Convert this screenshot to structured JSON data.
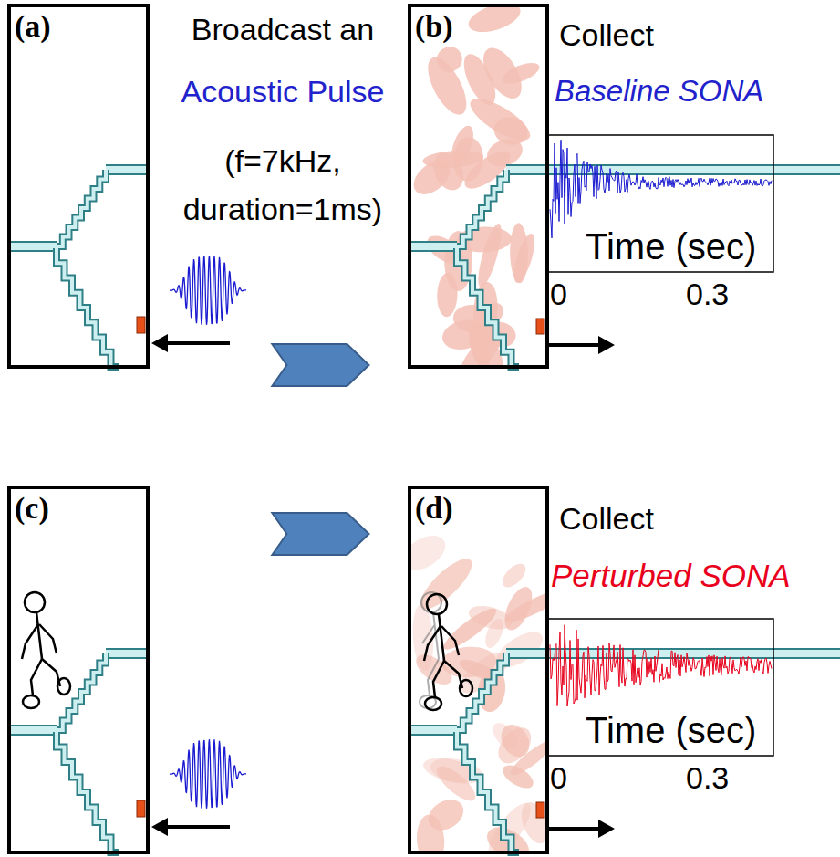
{
  "diagram": {
    "nodes": [
      {
        "text": [
          "(a)"
        ]
      },
      {
        "text": [
          "(b)"
        ]
      },
      {
        "text": [
          "(c)"
        ]
      },
      {
        "text": [
          "(d)"
        ]
      }
    ],
    "edges": [
      {
        "from": 0,
        "to": 1,
        "arrow": "to"
      },
      {
        "from": 2,
        "to": 3,
        "arrow": "to"
      }
    ],
    "labels": [
      "Broadcast an",
      "Acoustic Pulse",
      "(f=7kHz, duration=1ms)",
      "Collect",
      "Baseline SONA",
      "Time (sec)",
      "0",
      "0.3",
      "Collect",
      "Perturbed SONA",
      "Time (sec)",
      "0",
      "0.3"
    ]
  }
}
